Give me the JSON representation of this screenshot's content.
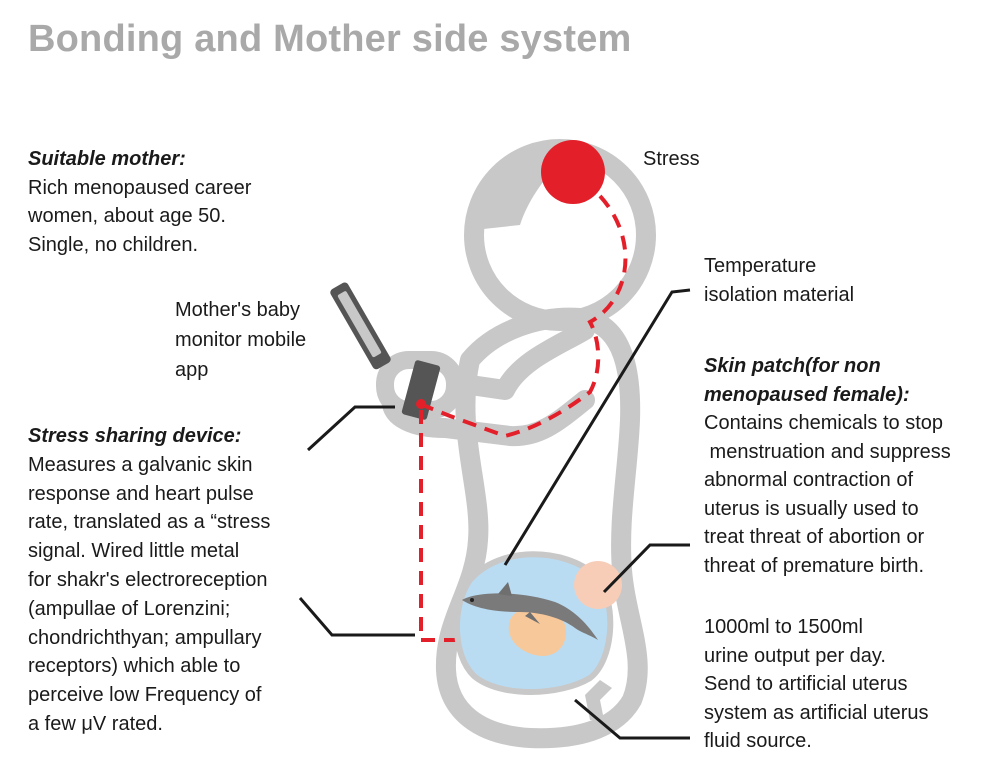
{
  "title": "Bonding and Mother side system",
  "labels": {
    "stress": "Stress",
    "temperature": [
      "Temperature",
      "isolation material"
    ],
    "monitor_app": [
      "Mother's baby",
      "monitor mobile",
      "app"
    ]
  },
  "suitable_mother": {
    "heading": "Suitable mother:",
    "lines": [
      "Rich menopaused career",
      "women, about age 50.",
      "Single, no children."
    ]
  },
  "stress_device": {
    "heading": "Stress sharing device:",
    "lines": [
      "Measures a galvanic skin",
      "response and heart pulse",
      "rate, translated as a “stress",
      "signal. Wired little metal",
      "for shakr's electroreception",
      "(ampullae of Lorenzini;",
      "chondrichthyan; ampullary",
      "receptors)  which able to",
      "perceive low Frequency of",
      "a few μV rated."
    ]
  },
  "skin_patch": {
    "heading": [
      "Skin patch(for non",
      "menopaused female):"
    ],
    "lines": [
      "Contains chemicals to stop",
      " menstruation and suppress",
      "abnormal contraction of",
      "uterus is usually used to",
      "treat threat of abortion or",
      "threat of premature birth."
    ]
  },
  "urine": {
    "lines": [
      "1000ml to 1500ml",
      "urine output per day.",
      "Send to artificial uterus",
      "system as artificial uterus",
      "fluid source."
    ]
  },
  "colors": {
    "title": "#a9a9a9",
    "body_outline": "#c8c8c8",
    "stress_red": "#e3202a",
    "device_dark": "#555555",
    "fluid_blue": "#b9dcf3",
    "placenta": "#f7c89a",
    "patch": "#f7cdb8"
  }
}
